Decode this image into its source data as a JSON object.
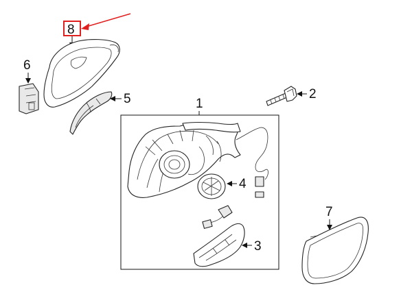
{
  "callouts": {
    "c1": "1",
    "c2": "2",
    "c3": "3",
    "c4": "4",
    "c5": "5",
    "c6": "6",
    "c7": "7",
    "c8": "8"
  },
  "highlight": {
    "box_color": "#e0201e",
    "arrow_color": "#e0201e"
  }
}
